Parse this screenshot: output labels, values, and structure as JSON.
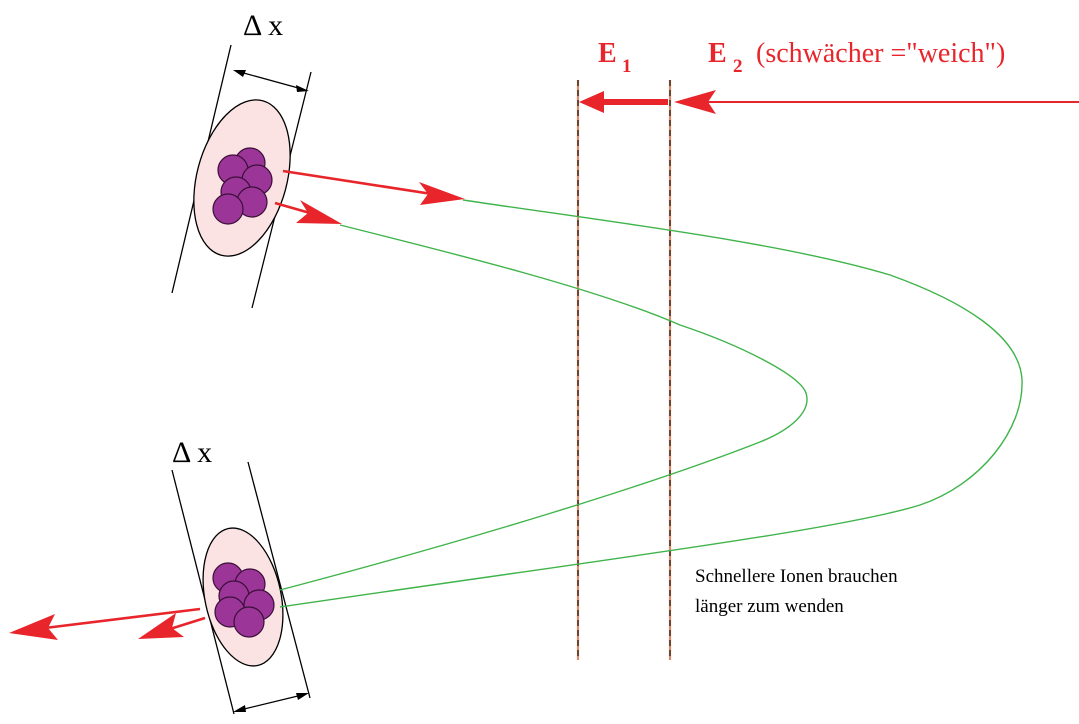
{
  "labels": {
    "delta_x_top": "Δ x",
    "delta_x_bottom": "Δ x",
    "e1_letter": "E",
    "e1_sub": "1",
    "e2_letter": "E",
    "e2_sub": "2",
    "e2_note": "(schwächer =\"weich\")",
    "caption_line1": "Schnellere Ionen brauchen",
    "caption_line2": "länger zum wenden"
  },
  "colors": {
    "arrow": "#e8252b",
    "trajectory": "#3fb44a",
    "ion_fill": "#9b3597",
    "ion_stroke": "#3b0f3a",
    "cloud_fill": "#fbe3e3",
    "dashed_line": "#000000",
    "dashed_line_edge": "#d98a6a"
  },
  "icons": {
    "ion_cluster": "ion-cluster-icon",
    "arrow": "arrow-icon"
  }
}
